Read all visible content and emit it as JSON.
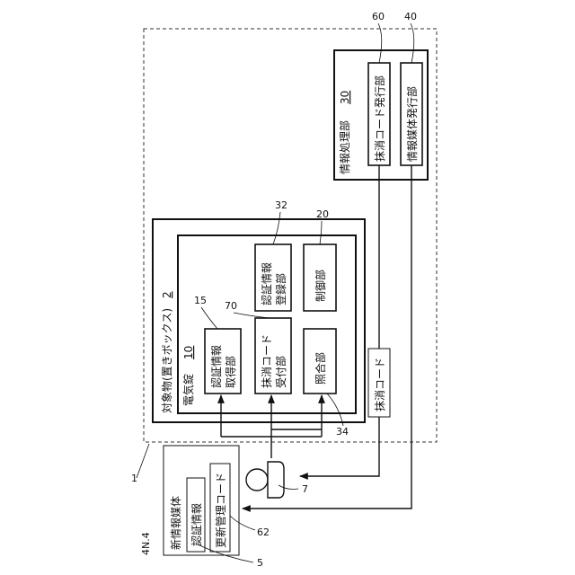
{
  "figure_label": "4N.4",
  "system_ref": "1",
  "info_processing": {
    "label": "情報処理部",
    "num": "30"
  },
  "erase_code_issuer": {
    "label": "抹消コード発行部",
    "ref": "60"
  },
  "media_issuer": {
    "label": "情報媒体発行部",
    "ref": "40"
  },
  "target_object": {
    "label": "対象物(置きボックス)",
    "num": "2"
  },
  "electric_lock": {
    "label": "電気錠",
    "num": "10"
  },
  "auth_acquire": {
    "line1": "認証情報",
    "line2": "取得部",
    "ref": "15"
  },
  "erase_receive": {
    "line1": "抹消コード",
    "line2": "受付部",
    "ref": "70"
  },
  "collation": {
    "label": "照合部",
    "ref": "34"
  },
  "auth_register": {
    "line1": "認証情報",
    "line2": "登録部",
    "ref": "32"
  },
  "control": {
    "label": "制御部",
    "ref": "20"
  },
  "erase_code_flow": {
    "label": "抹消コード"
  },
  "user_ref": "7",
  "new_media": {
    "label": "新情報媒体",
    "ref": "5",
    "auth_info": "認証情報",
    "update_code": "更新管理コード",
    "update_ref": "62"
  }
}
